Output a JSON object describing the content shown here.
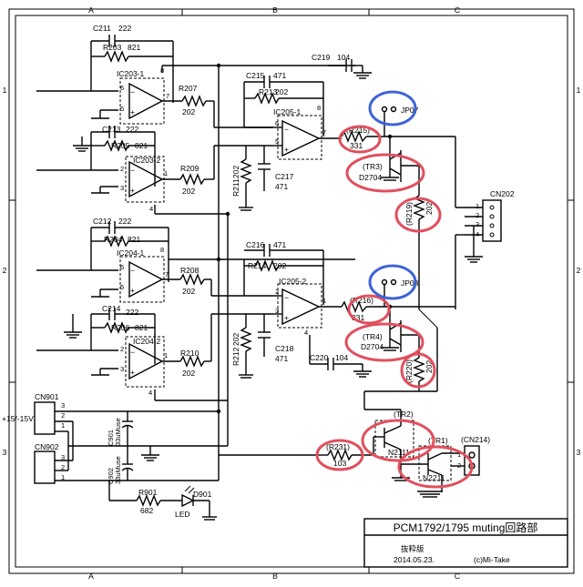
{
  "grid": {
    "cols": [
      "A",
      "B",
      "C"
    ],
    "rows": [
      "1",
      "2",
      "3"
    ]
  },
  "title_block": {
    "title": "PCM1792/1795 muting回路部",
    "subtitle": "抜粋版",
    "date": "2014.05.23.",
    "author": "(c)Mi-Take"
  },
  "highlights": {
    "red": [
      "R215",
      "TR3",
      "R219",
      "R216",
      "TR4",
      "R220",
      "TR2",
      "TR1",
      "R231"
    ],
    "blue": [
      "JP07",
      "JP08"
    ]
  },
  "labels": {
    "C211": "C211",
    "C211v": "222",
    "R203": "R203",
    "R203v": "821",
    "IC203_1": "IC203-1",
    "R207": "R207",
    "R207v": "202",
    "R205": "R205",
    "R205v": "821",
    "C213": "C213",
    "C213v": "222",
    "IC203_2": "IC203-2",
    "R209": "R209",
    "R209v": "202",
    "C215": "C215",
    "C215v": "471",
    "R213": "R213",
    "R213v": "202",
    "C219": "C219",
    "C219v": "104",
    "IC205_1": "IC205-1",
    "R211": "R211",
    "R211v": "202",
    "C217": "C217",
    "C217v": "471",
    "R215": "(R215)",
    "R215v": "331",
    "TR3": "(TR3)",
    "TR3v": "D2704",
    "R219": "(R219)",
    "R219v": "202",
    "JP07": "JP07",
    "CN202": "CN202",
    "C212": "C212",
    "C212v": "222",
    "R204": "R204",
    "R204v": "821",
    "IC204_1": "IC204-1",
    "R208": "R208",
    "R208v": "202",
    "C214": "C214",
    "C214v": "222",
    "R206": "R206",
    "R206v": "821",
    "IC204_2": "IC204-2",
    "R210": "R210",
    "R210v": "202",
    "C216": "C216",
    "C216v": "471",
    "R214": "R214",
    "R214v": "202",
    "IC205_2": "IC205-2",
    "R212": "R212",
    "R212v": "202",
    "C218": "C218",
    "C218v": "471",
    "C220": "C220",
    "C220v": "104",
    "R216": "(R216)",
    "R216v": "331",
    "TR4": "(TR4)",
    "TR4v": "D2704",
    "R220": "(R220)",
    "R220v": "202",
    "JP08": "JP08",
    "CN901": "CN901",
    "CN902": "CN902",
    "supply": "+15/-15V",
    "C901": "C901",
    "C901v": "33uMuse",
    "C902": "C902",
    "C902v": "33uMuse",
    "R901": "R901",
    "R901v": "682",
    "D901": "D901",
    "LED": "LED",
    "TR2": "(TR2)",
    "TR2v": "N2111",
    "TR1": "(TR1)",
    "TR1v": "N2211",
    "R231": "(R231)",
    "R231v": "103",
    "CN214": "(CN214)",
    "p6a": "6",
    "p5a": "5",
    "p7a": "7",
    "p2a": "2",
    "p3a": "3",
    "p1a": "1",
    "p4a": "4",
    "p8a": "8",
    "p6b": "6",
    "p5b": "5",
    "p7b": "7",
    "p2b": "2",
    "p3b": "3",
    "p1b": "1",
    "p4b": "4",
    "p8b": "8",
    "p6c": "6",
    "p5c": "5",
    "p7c": "7",
    "p2c": "2",
    "p3c": "3",
    "p1c": "1",
    "p4c": "4",
    "p1cn": "1",
    "p2cn": "2",
    "p3cn": "3",
    "p4cn": "4",
    "cn901_3": "3",
    "cn901_2": "2",
    "cn901_1": "1",
    "cn902_3": "3",
    "cn902_2": "2",
    "cn902_1": "1",
    "cn214_1": "1",
    "cn214_2": "2"
  }
}
